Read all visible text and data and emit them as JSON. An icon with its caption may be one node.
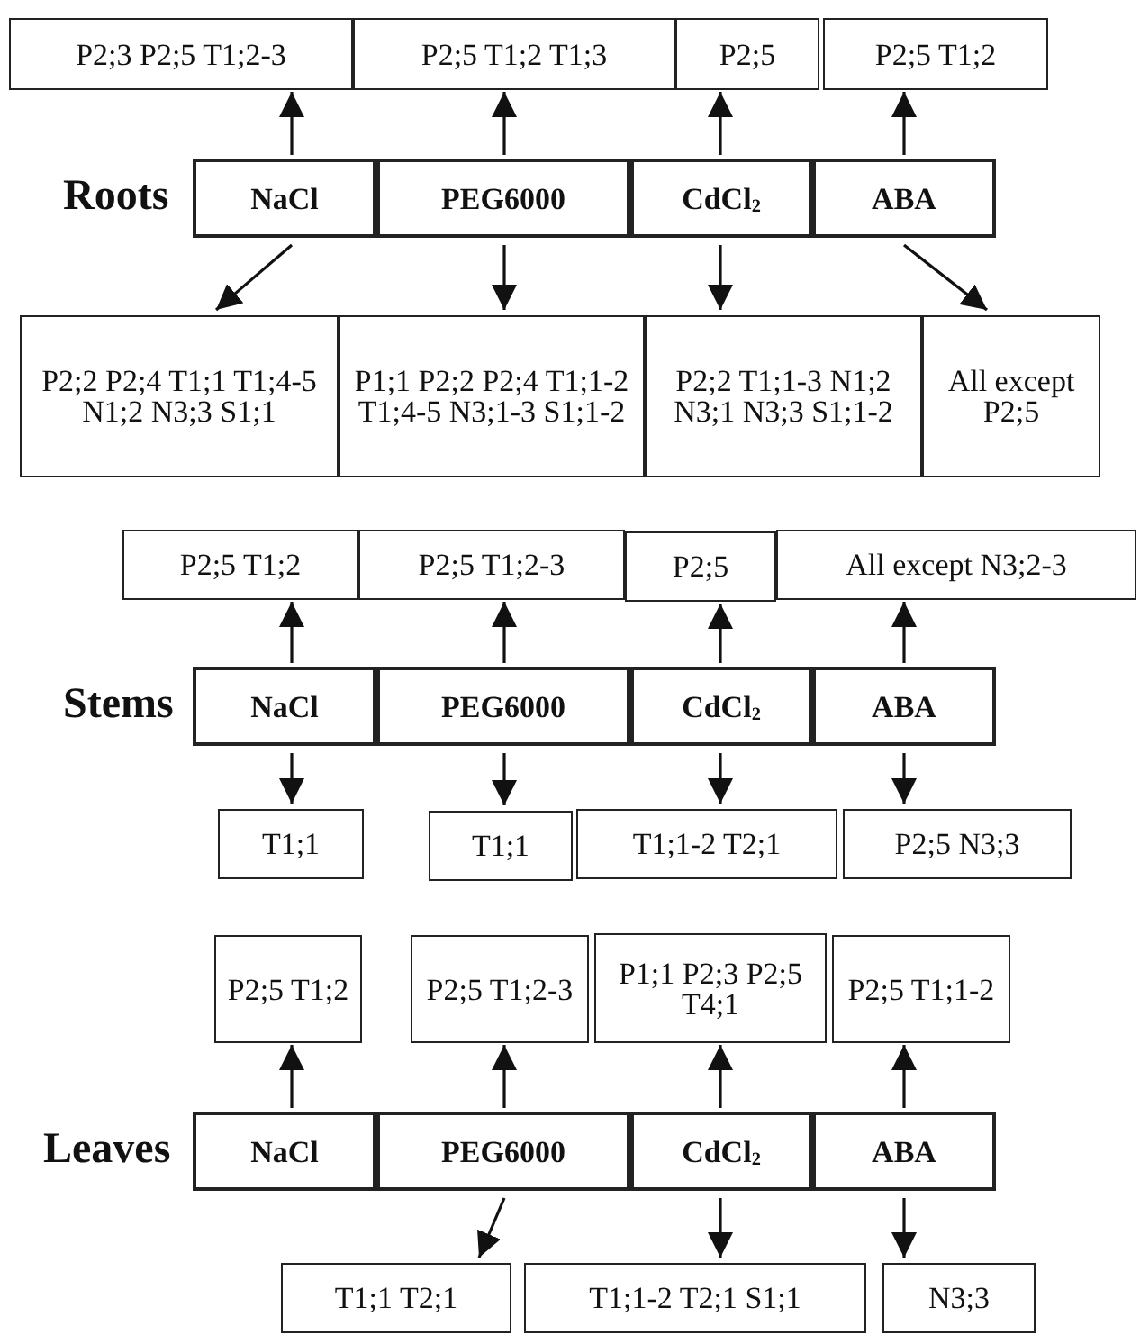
{
  "diagram": {
    "nodes": [
      {
        "text": [
          "P2;3 P2;5 T1;2-3"
        ]
      },
      {
        "text": [
          "P2;5 T1;2 T1;3"
        ]
      },
      {
        "text": [
          "P2;5"
        ]
      },
      {
        "text": [
          "P2;5 T1;2"
        ]
      },
      {
        "text": [
          "NaCl"
        ]
      },
      {
        "text": [
          "PEG6000"
        ]
      },
      {
        "text": [
          "CdCl$_{2}$"
        ]
      },
      {
        "text": [
          "ABA"
        ]
      },
      {
        "text": [
          "P2;2 P2;4 T1;1 T1;4-5 N1;2 N3;3 S1;1"
        ]
      },
      {
        "text": [
          "P1;1 P2;2 P2;4 T1;1-2 T1;4-5 N3;1-3 S1;1-2"
        ]
      },
      {
        "text": [
          "P2;2 T1;1-3 N1;2 N3;1 N3;3 S1;1-2"
        ]
      },
      {
        "text": [
          "All except P2;5"
        ]
      },
      {
        "text": [
          "P2;5 T1;2"
        ]
      },
      {
        "text": [
          "P2;5 T1;2-3"
        ]
      },
      {
        "text": [
          "P2;5"
        ]
      },
      {
        "text": [
          "All except N3;2-3"
        ]
      },
      {
        "text": [
          "NaCl"
        ]
      },
      {
        "text": [
          "PEG6000"
        ]
      },
      {
        "text": [
          "CdCl$_{2}$"
        ]
      },
      {
        "text": [
          "ABA"
        ]
      },
      {
        "text": [
          "T1;1"
        ]
      },
      {
        "text": [
          "T1;1"
        ]
      },
      {
        "text": [
          "T1;1-2 T2;1"
        ]
      },
      {
        "text": [
          "P2;5 N3;3"
        ]
      },
      {
        "text": [
          "P2;5 T1;2"
        ]
      },
      {
        "text": [
          "P2;5 T1;2-3"
        ]
      },
      {
        "text": [
          "P1;1 P2;3 P2;5 T4;1"
        ]
      },
      {
        "text": [
          "P2;5 T1;1-2"
        ]
      },
      {
        "text": [
          "NaCl"
        ]
      },
      {
        "text": [
          "PEG6000"
        ]
      },
      {
        "text": [
          "CdCl$_{2}$"
        ]
      },
      {
        "text": [
          "ABA"
        ]
      },
      {
        "text": [
          "T1;1 T2;1"
        ]
      },
      {
        "text": [
          "T1;1-2 T2;1 S1;1"
        ]
      },
      {
        "text": [
          "N3;3"
        ]
      }
    ],
    "edges": [
      {
        "from": 4,
        "to": 0,
        "arrow": "to"
      },
      {
        "from": 5,
        "to": 1,
        "arrow": "to"
      },
      {
        "from": 6,
        "to": 2,
        "arrow": "to"
      },
      {
        "from": 7,
        "to": 3,
        "arrow": "to"
      },
      {
        "from": 4,
        "to": 8,
        "arrow": "to"
      },
      {
        "from": 5,
        "to": 9,
        "arrow": "to"
      },
      {
        "from": 6,
        "to": 10,
        "arrow": "to"
      },
      {
        "from": 7,
        "to": 11,
        "arrow": "to"
      },
      {
        "from": 16,
        "to": 12,
        "arrow": "to"
      },
      {
        "from": 17,
        "to": 13,
        "arrow": "to"
      },
      {
        "from": 18,
        "to": 14,
        "arrow": "to"
      },
      {
        "from": 19,
        "to": 15,
        "arrow": "to"
      },
      {
        "from": 16,
        "to": 20,
        "arrow": "to"
      },
      {
        "from": 17,
        "to": 21,
        "arrow": "to"
      },
      {
        "from": 18,
        "to": 22,
        "arrow": "to"
      },
      {
        "from": 19,
        "to": 23,
        "arrow": "to"
      },
      {
        "from": 28,
        "to": 24,
        "arrow": "to"
      },
      {
        "from": 29,
        "to": 25,
        "arrow": "to"
      },
      {
        "from": 30,
        "to": 26,
        "arrow": "to"
      },
      {
        "from": 31,
        "to": 27,
        "arrow": "to"
      },
      {
        "from": 29,
        "to": 32,
        "arrow": "to"
      },
      {
        "from": 30,
        "to": 33,
        "arrow": "to"
      },
      {
        "from": 31,
        "to": 34,
        "arrow": "to"
      }
    ],
    "labels": [
      "Roots",
      "Stems",
      "Leaves"
    ]
  }
}
